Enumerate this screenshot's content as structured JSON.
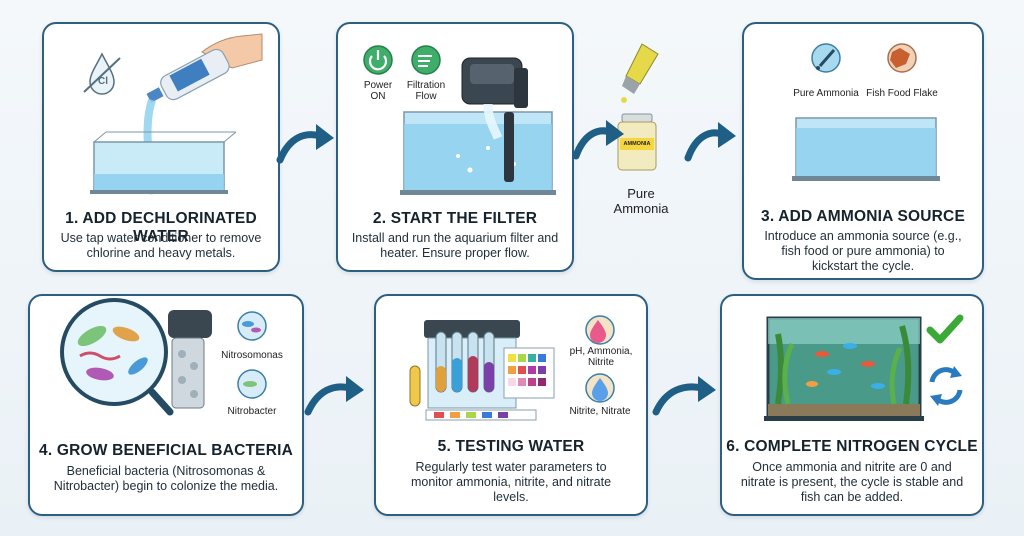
{
  "steps": [
    {
      "title": "1. ADD DECHLORINATED WATER",
      "desc": "Use tap water conditioner to remove chlorine and heavy metals."
    },
    {
      "title": "2. START THE FILTER",
      "desc": "Install and run the aquarium filter and heater. Ensure proper flow."
    },
    {
      "title": "3. ADD AMMONIA SOURCE",
      "desc": "Introduce an ammonia source (e.g., fish food or pure ammonia) to kickstart the cycle."
    },
    {
      "title": "4. GROW BENEFICIAL BACTERIA",
      "desc": "Beneficial bacteria (Nitrosomonas & Nitrobacter) begin to colonize the media."
    },
    {
      "title": "5. TESTING WATER",
      "desc": "Regularly test water parameters to monitor ammonia, nitrite, and nitrate levels."
    },
    {
      "title": "6. COMPLETE NITROGEN CYCLE",
      "desc": "Once ammonia and nitrite are 0 and nitrate is present, the cycle is stable and fish can be added."
    }
  ],
  "labels": {
    "chlorine": "Cl",
    "power_on": "Power ON",
    "filtration_flow": "Filtration Flow",
    "pure_ammonia_bottle": "Pure Ammonia",
    "bottle_label": "AMMONIA",
    "pure_ammonia_icon": "Pure Ammonia",
    "fish_food_flake": "Fish Food Flake",
    "nitrosomonas": "Nitrosomonas",
    "nitrobacter": "Nitrobacter",
    "ph_ammonia_nitrite": "pH, Ammonia, Nitrite",
    "nitrite_nitrate": "Nitrite, Nitrate"
  },
  "icons": [
    "no-chlorine-icon",
    "power-icon",
    "flow-icon",
    "dropper-icon",
    "fish-food-icon",
    "bacteria-icon",
    "test-drop-icon",
    "checkmark-icon",
    "cycle-icon",
    "arrow-icon"
  ],
  "colors": {
    "border": "#2c5f80",
    "arrow": "#1f5f86",
    "water": "#8fd0ef",
    "check": "#3aa935"
  }
}
